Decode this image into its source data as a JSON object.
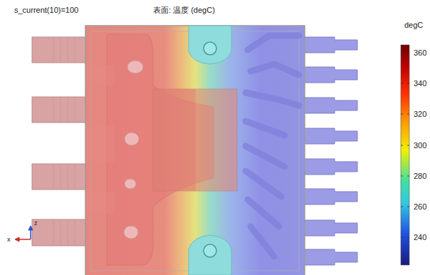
{
  "diagram": {
    "title": "表面: 温度 (degC)",
    "labels": [
      "s_current(10)=100",
      "degC",
      "360",
      "340",
      "320",
      "300",
      "280",
      "260",
      "240",
      "z",
      "x"
    ]
  }
}
